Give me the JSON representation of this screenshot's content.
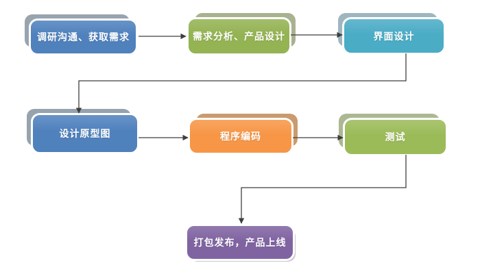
{
  "flowchart": {
    "background_color": "#FFFFFF",
    "connector_color": "#3F3F3F",
    "text_color": "#FFFFFF",
    "nodes": [
      {
        "id": "research",
        "label": "调研沟通、获取需求",
        "color": "#4F81BD",
        "shadow_color": "#98A4AE",
        "shadow_direction": "up-left"
      },
      {
        "id": "analysis",
        "label": "需求分析、产品设计",
        "color": "#94B353",
        "shadow_color": "#A9B290",
        "shadow_direction": "up-right"
      },
      {
        "id": "ui_design",
        "label": "界面设计",
        "color": "#4BACC6",
        "shadow_color": "#9EB7BE",
        "shadow_direction": "up-left"
      },
      {
        "id": "prototype",
        "label": "设计原型图",
        "color": "#4F81BD",
        "shadow_color": "#96A3AF",
        "shadow_direction": "up-left"
      },
      {
        "id": "coding",
        "label": "程序编码",
        "color": "#F79646",
        "shadow_color": "#C99B6F",
        "shadow_direction": "up-right"
      },
      {
        "id": "testing",
        "label": "测试",
        "color": "#9BBB59",
        "shadow_color": "#ABB893",
        "shadow_direction": "up-left"
      },
      {
        "id": "release",
        "label": "打包发布，产品上线",
        "color": "#8064A2",
        "shadow_color": "#C9C9C9",
        "shadow_direction": "down-right"
      }
    ],
    "connections": [
      {
        "from": "research",
        "to": "analysis",
        "style": "straight-arrow"
      },
      {
        "from": "analysis",
        "to": "ui_design",
        "style": "straight-arrow"
      },
      {
        "from": "ui_design",
        "to": "prototype",
        "style": "elbow-arrow"
      },
      {
        "from": "prototype",
        "to": "coding",
        "style": "straight-arrow"
      },
      {
        "from": "coding",
        "to": "testing",
        "style": "straight-arrow"
      },
      {
        "from": "testing",
        "to": "release",
        "style": "elbow-arrow"
      }
    ]
  }
}
